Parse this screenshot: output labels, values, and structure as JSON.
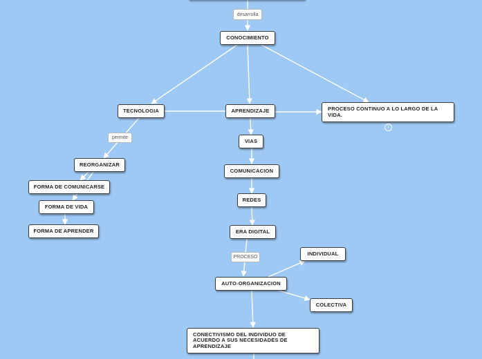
{
  "nodes": {
    "conocimiento": "CONOCIMIENTO",
    "tecnologia": "TECNOLOGIA",
    "aprendizaje": "APRENDIZAJE",
    "proceso_continuo": "PROCESO CONTINUO A LO LARGO DE LA VIDA.",
    "reorganizar": "REORGANIZAR",
    "forma_comunicarse": "FORMA DE COMUNICARSE",
    "forma_vida": "FORMA DE VIDA",
    "forma_aprender": "FORMA DE APRENDER",
    "vias": "VIAS",
    "comunicacion": "COMUNICACION",
    "redes": "REDES",
    "era_digital": "ERA DIGITAL",
    "auto_organizacion": "AUTO-ORGANIZACION",
    "individual": "INDIVIDUAL",
    "colectiva": "COLECTIVA",
    "conectivismo": "CONECTIVISMO DEL INDIVIDUO DE ACUERDO A SUS NECESIDADES DE APRENDIZAJE"
  },
  "edge_labels": {
    "desarrolla": "desarrolla",
    "permite": "permite",
    "proceso": "PROCESO"
  },
  "icons": {
    "info": "info-icon"
  },
  "colors": {
    "background": "#9ec9f5",
    "edge": "#ffffff",
    "node_fill": "#ffffff",
    "node_border": "#3a3a3a"
  }
}
